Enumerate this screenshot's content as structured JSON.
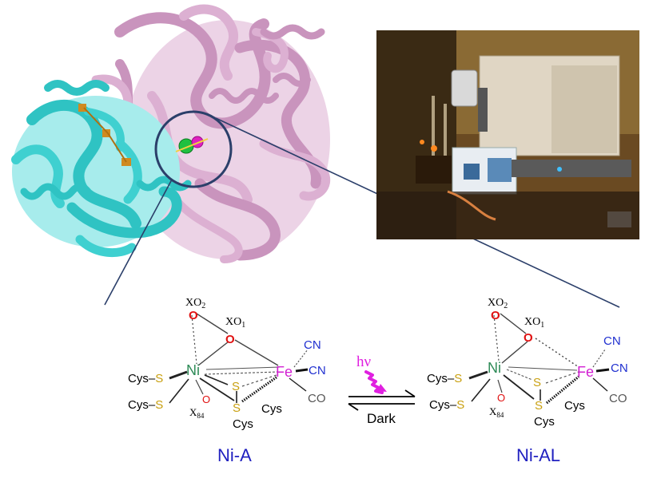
{
  "colors": {
    "protein_pink": "#d4a3c8",
    "protein_cyan": "#3fd0d0",
    "nickel": "#2e8b57",
    "iron": "#d21fd2",
    "sulfur": "#c9a010",
    "oxygen": "#e01010",
    "nitrogen": "#2030d0",
    "light_arrow": "#e020e0",
    "caption": "#2020c0",
    "zoom_line": "#2b3f6a"
  },
  "icons": [
    "protein-structure-image",
    "lab-setup-photo",
    "light-wave-icon"
  ],
  "left_structure": {
    "xo2": "XO",
    "xo2_sub": "2",
    "xo1": "XO",
    "xo1_sub": "1",
    "ni": "Ni",
    "fe": "Fe",
    "cn_top": "CN",
    "cn_mid": "CN",
    "co": "CO",
    "cys_s1": "Cys",
    "cys_s2": "Cys",
    "s_terminal_1": "S",
    "s_terminal_2": "S",
    "s_bridge_1": "S",
    "s_bridge_2": "S",
    "x84": "X",
    "x84_sub": "84",
    "o_x84": "O",
    "cys_right": "Cys",
    "cys_bottom": "Cys",
    "caption": "Ni-A"
  },
  "right_structure": {
    "xo2": "XO",
    "xo2_sub": "2",
    "xo1": "XO",
    "xo1_sub": "1",
    "ni": "Ni",
    "fe": "Fe",
    "cn_top": "CN",
    "cn_mid": "CN",
    "co": "CO",
    "cys_s1": "Cys",
    "cys_s2": "Cys",
    "s_terminal_1": "S",
    "s_terminal_2": "S",
    "s_bridge_1": "S",
    "s_bridge_2": "S",
    "x84": "X",
    "x84_sub": "84",
    "o_x84": "O",
    "cys_right": "Cys",
    "cys_bottom": "Cys",
    "caption": "Ni-AL"
  },
  "reaction": {
    "light_label": "hν",
    "dark_label": "Dark"
  }
}
